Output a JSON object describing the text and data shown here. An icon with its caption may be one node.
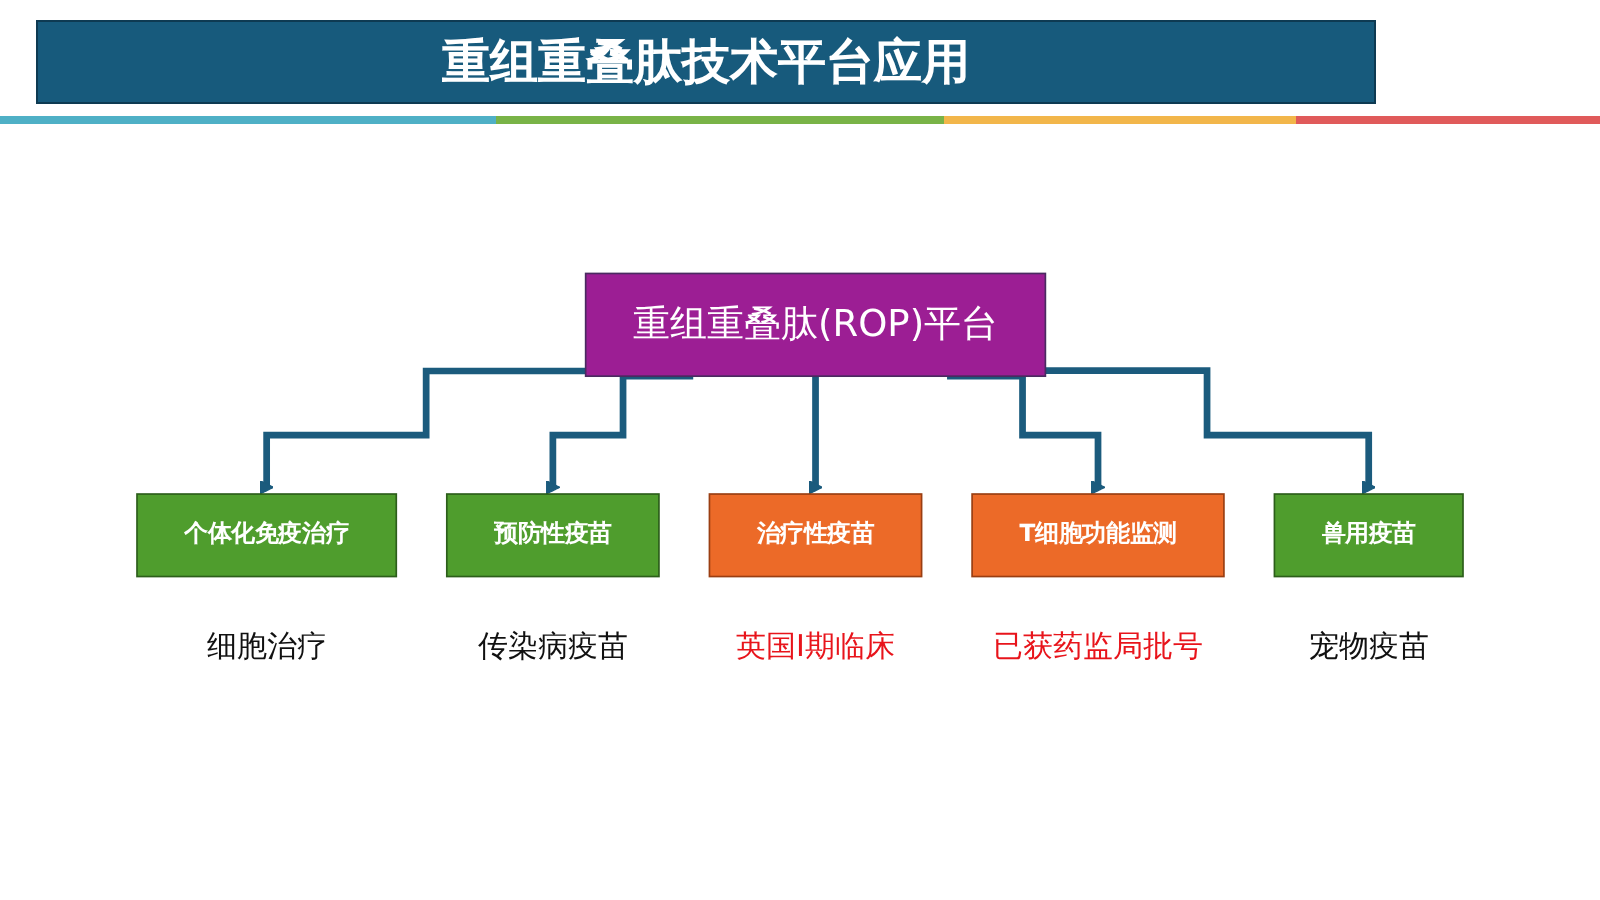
{
  "diagram": {
    "title": "重组重叠肽技术平台应用",
    "nodes": [
      {
        "text": [
          "重组重叠肽(ROP)平台"
        ]
      },
      {
        "text": [
          "个体化免疫治疗"
        ],
        "beside": [
          "细胞治疗"
        ]
      },
      {
        "text": [
          "预防性疫苗"
        ],
        "beside": [
          "传染病疫苗"
        ]
      },
      {
        "text": [
          "治疗性疫苗"
        ],
        "beside": [
          "英国I期临床"
        ]
      },
      {
        "text": [
          "T细胞功能监测"
        ],
        "beside": [
          "已获药监局批号"
        ]
      },
      {
        "text": [
          "兽用疫苗"
        ],
        "beside": [
          "宠物疫苗"
        ]
      }
    ],
    "edges": [
      {
        "from": 0,
        "to": 1,
        "arrow": "to"
      },
      {
        "from": 0,
        "to": 2,
        "arrow": "to"
      },
      {
        "from": 0,
        "to": 3,
        "arrow": "to"
      },
      {
        "from": 0,
        "to": 4,
        "arrow": "to"
      },
      {
        "from": 0,
        "to": 5,
        "arrow": "to"
      }
    ]
  }
}
